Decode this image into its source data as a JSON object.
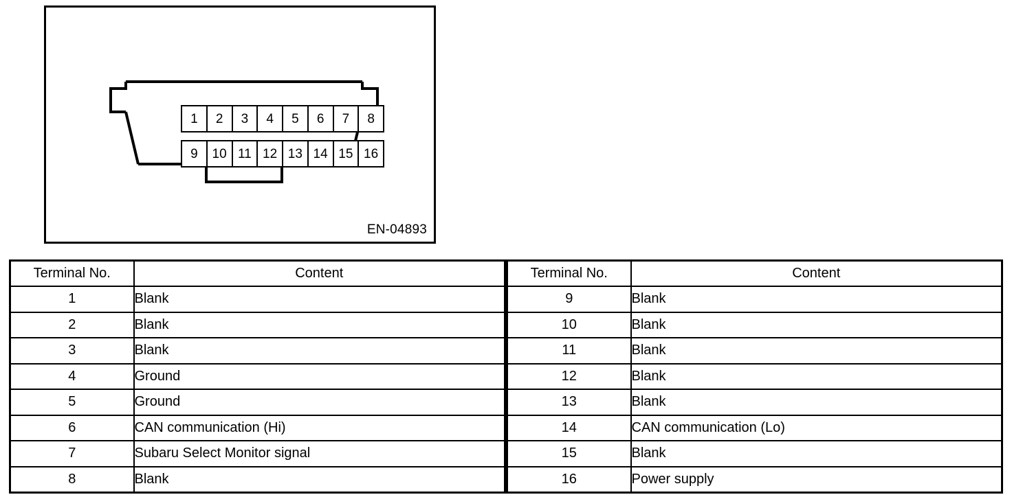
{
  "figure": {
    "code_label": "EN-04893",
    "connector_name": "data-link-connector",
    "pin_rows": [
      [
        "1",
        "2",
        "3",
        "4",
        "5",
        "6",
        "7",
        "8"
      ],
      [
        "9",
        "10",
        "11",
        "12",
        "13",
        "14",
        "15",
        "16"
      ]
    ]
  },
  "tables": {
    "headers": {
      "terminal_no": "Terminal No.",
      "content": "Content"
    },
    "left": [
      {
        "terminal": "1",
        "content": "Blank"
      },
      {
        "terminal": "2",
        "content": "Blank"
      },
      {
        "terminal": "3",
        "content": "Blank"
      },
      {
        "terminal": "4",
        "content": "Ground"
      },
      {
        "terminal": "5",
        "content": "Ground"
      },
      {
        "terminal": "6",
        "content": "CAN communication (Hi)"
      },
      {
        "terminal": "7",
        "content": "Subaru Select Monitor signal"
      },
      {
        "terminal": "8",
        "content": "Blank"
      }
    ],
    "right": [
      {
        "terminal": "9",
        "content": "Blank"
      },
      {
        "terminal": "10",
        "content": "Blank"
      },
      {
        "terminal": "11",
        "content": "Blank"
      },
      {
        "terminal": "12",
        "content": "Blank"
      },
      {
        "terminal": "13",
        "content": "Blank"
      },
      {
        "terminal": "14",
        "content": "CAN communication (Lo)"
      },
      {
        "terminal": "15",
        "content": "Blank"
      },
      {
        "terminal": "16",
        "content": "Power supply"
      }
    ]
  },
  "colors": {
    "ink": "#000000",
    "paper": "#ffffff"
  }
}
